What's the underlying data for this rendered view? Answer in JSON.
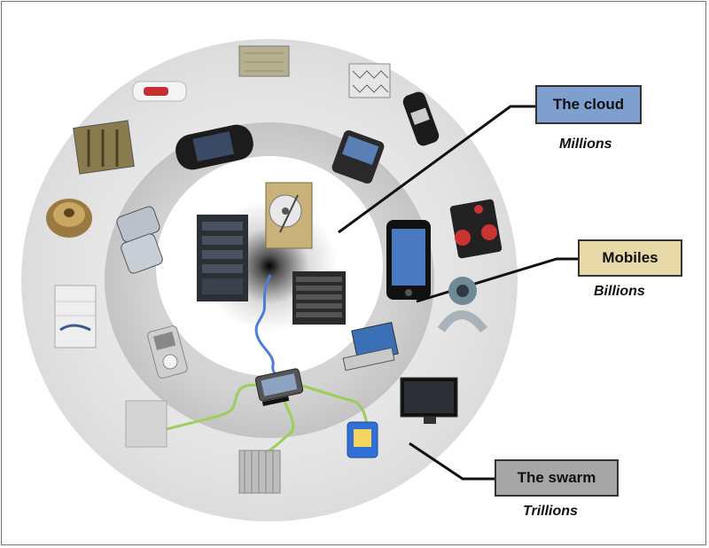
{
  "tiers": {
    "cloud": {
      "label": "The cloud",
      "count": "Millions",
      "color": "#7f9fcf"
    },
    "mobiles": {
      "label": "Mobiles",
      "count": "Billions",
      "color": "#e8d9a8"
    },
    "swarm": {
      "label": "The swarm",
      "count": "Trillions",
      "color": "#a6a6a6"
    }
  },
  "colors": {
    "outer_ring": "#e4e4e4",
    "middle_ring": "#cfcfcf",
    "inner_disc": "#ffffff",
    "blue_link": "#4a7fd4",
    "green_link": "#9ccf5a",
    "leader_line": "#111111"
  },
  "icons": {
    "cloud": [
      "server-rack-icon",
      "hard-drive-icon",
      "blade-server-icon"
    ],
    "mobiles": [
      "game-console-icon",
      "smartphone-icon",
      "flip-phone-icon",
      "media-player-icon",
      "laptop-icon",
      "touchscreen-phone-icon",
      "speakers-icon",
      "wrist-band-icon",
      "television-icon"
    ],
    "swarm": [
      "sensor-chip-icon",
      "microchip-icon",
      "rfid-tag-icon",
      "coil-component-icon",
      "circuit-board-icon",
      "heat-sink-icon",
      "sensor-node-icon",
      "tablet-device-icon",
      "blank-sensor-icon",
      "cameras-icon"
    ]
  }
}
